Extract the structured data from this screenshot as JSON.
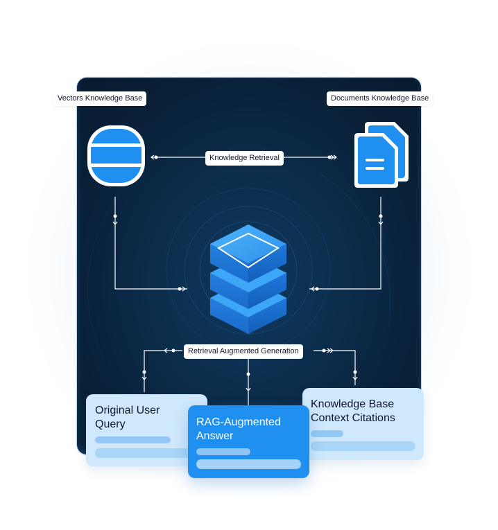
{
  "labels": {
    "vectors_kb": "Vectors Knowledge Base",
    "documents_kb": "Documents Knowledge Base",
    "knowledge_retrieval": "Knowledge Retrieval",
    "rag": "Retrieval Augmented Generation"
  },
  "cards": {
    "query": {
      "title_line1": "Original User",
      "title_line2": "Query"
    },
    "answer": {
      "title_line1": "RAG-Augmented",
      "title_line2": "Answer"
    },
    "citations": {
      "title_line1": "Knowledge Base",
      "title_line2": "Context Citations"
    }
  },
  "colors": {
    "panel_bg": "#0b2d4c",
    "accent_blue": "#1f8ff0",
    "light_card": "#cfe8fb",
    "connector": "#ffffff"
  },
  "icons": {
    "database": "database-icon",
    "documents": "documents-icon",
    "stack": "layered-stack-icon"
  }
}
